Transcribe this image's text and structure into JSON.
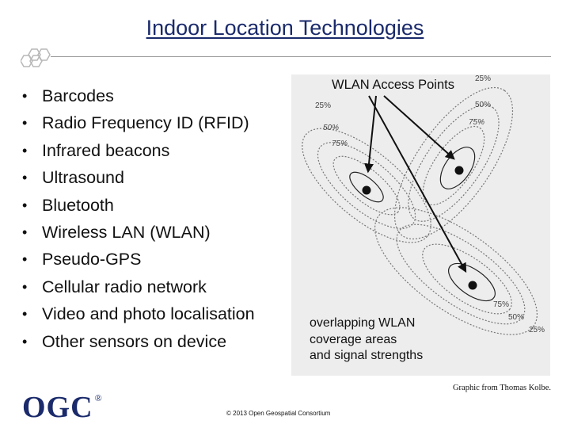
{
  "slide": {
    "title": "Indoor Location Technologies",
    "bullets": [
      "Barcodes",
      "Radio Frequency ID (RFID)",
      "Infrared beacons",
      "Ultrasound",
      "Bluetooth",
      "Wireless LAN (WLAN)",
      "Pseudo-GPS",
      "Cellular radio network",
      "Video and photo localisation",
      "Other sensors on device"
    ]
  },
  "figure": {
    "header": "WLAN Access Points",
    "caption_lines": [
      "overlapping WLAN",
      "coverage areas",
      "and signal strengths"
    ],
    "labels": {
      "a": "25%",
      "b": "25%",
      "c": "50%",
      "d": "50%",
      "e": "75%",
      "f": "75%",
      "g": "75%",
      "h": "50%",
      "i": "25%"
    },
    "credit": "Graphic from Thomas Kolbe."
  },
  "footer": {
    "logo_text": "OGC",
    "logo_mark": "®",
    "copyright": "© 2013 Open Geospatial Consortium"
  },
  "colors": {
    "title": "#1a2a6b",
    "figure_background": "#ededed"
  }
}
